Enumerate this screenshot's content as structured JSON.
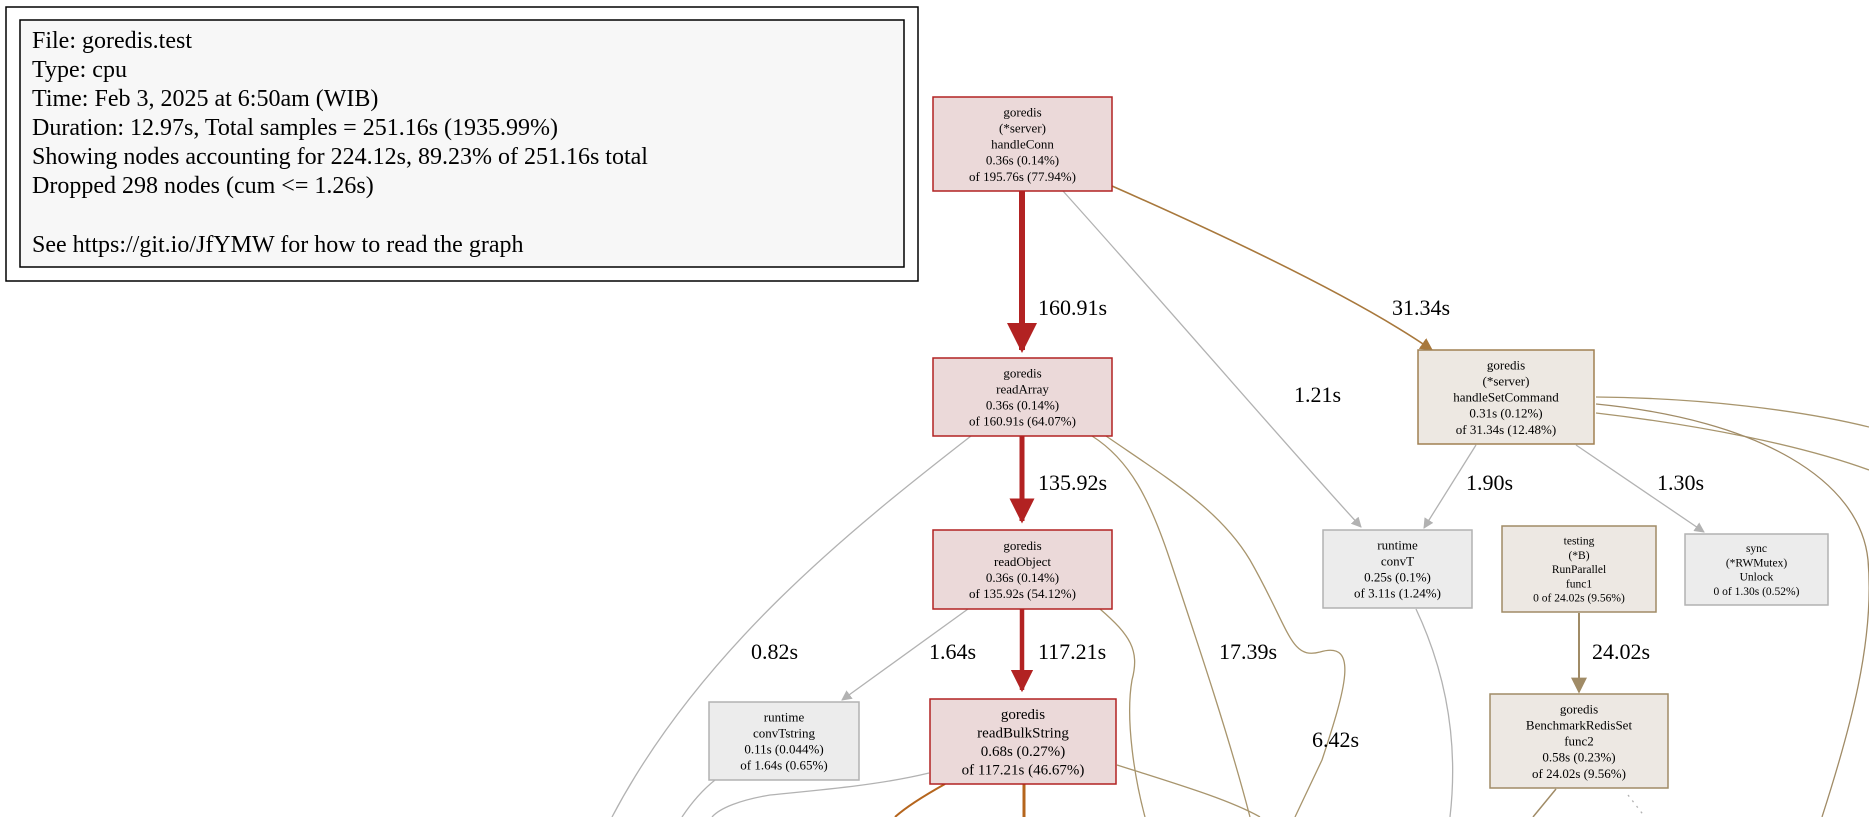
{
  "legend": {
    "lines": [
      "File: goredis.test",
      "Type: cpu",
      "Time: Feb 3, 2025 at 6:50am (WIB)",
      "Duration: 12.97s, Total samples = 251.16s (1935.99%)",
      "Showing nodes accounting for 224.12s, 89.23% of 251.16s total",
      "Dropped 298 nodes (cum <= 1.26s)",
      "",
      "See https://git.io/JfYMW for how to read the graph"
    ]
  },
  "nodes": {
    "handleConn": {
      "lines": [
        "goredis",
        "(*server)",
        "handleConn",
        "0.36s (0.14%)",
        "of 195.76s (77.94%)"
      ],
      "fill": "#ebd9d9",
      "stroke": "#b22222"
    },
    "readArray": {
      "lines": [
        "goredis",
        "readArray",
        "0.36s (0.14%)",
        "of 160.91s (64.07%)"
      ],
      "fill": "#ebd9d9",
      "stroke": "#b22222"
    },
    "readObject": {
      "lines": [
        "goredis",
        "readObject",
        "0.36s (0.14%)",
        "of 135.92s (54.12%)"
      ],
      "fill": "#ebd9d9",
      "stroke": "#b22222"
    },
    "readBulkString": {
      "lines": [
        "goredis",
        "readBulkString",
        "0.68s (0.27%)",
        "of 117.21s (46.67%)"
      ],
      "fill": "#ebd9d9",
      "stroke": "#b22222"
    },
    "convTstring": {
      "lines": [
        "runtime",
        "convTstring",
        "0.11s (0.044%)",
        "of 1.64s (0.65%)"
      ],
      "fill": "#ececec",
      "stroke": "#b2b2b2"
    },
    "handleSetCommand": {
      "lines": [
        "goredis",
        "(*server)",
        "handleSetCommand",
        "0.31s (0.12%)",
        "of 31.34s (12.48%)"
      ],
      "fill": "#ede8e2",
      "stroke": "#a08052"
    },
    "convT": {
      "lines": [
        "runtime",
        "convT",
        "0.25s (0.1%)",
        "of 3.11s (1.24%)"
      ],
      "fill": "#ececec",
      "stroke": "#b2b2b2"
    },
    "runParallel": {
      "lines": [
        "testing",
        "(*B)",
        "RunParallel",
        "func1",
        "0 of 24.02s (9.56%)"
      ],
      "fill": "#ede8e3",
      "stroke": "#a08b66"
    },
    "rwUnlock": {
      "lines": [
        "sync",
        "(*RWMutex)",
        "Unlock",
        "0 of 1.30s (0.52%)"
      ],
      "fill": "#ececec",
      "stroke": "#b2b2b2"
    },
    "benchSet": {
      "lines": [
        "goredis",
        "BenchmarkRedisSet",
        "func2",
        "0.58s (0.23%)",
        "of 24.02s (9.56%)"
      ],
      "fill": "#ede8e3",
      "stroke": "#a08b66"
    }
  },
  "edges": {
    "handleConn_readArray": "160.91s",
    "handleConn_handleSetCommand": "31.34s",
    "handleConn_convT": "1.21s",
    "readArray_readObject": "135.92s",
    "readArray_left": "0.82s",
    "readArray_right": "17.39s",
    "readArray_far": "6.42s",
    "readObject_convTstring": "1.64s",
    "readObject_readBulkString": "117.21s",
    "handleSetCommand_convT": "1.90s",
    "handleSetCommand_rwUnlock": "1.30s",
    "runParallel_benchSet": "24.02s"
  },
  "colors": {
    "hot_edge": "#b22222",
    "warm_edge": "#a86f35",
    "tan_edge": "#a08b66",
    "cold_edge": "#b2b2b2"
  }
}
